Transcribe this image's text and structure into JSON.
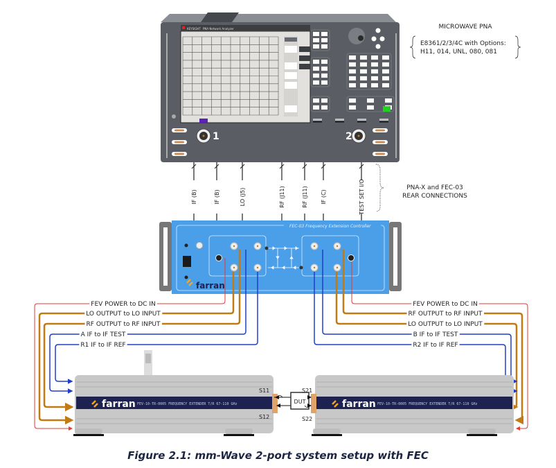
{
  "pna": {
    "title": "MICROWAVE PNA",
    "options_line1": "E8361/2/3/4C with Options:",
    "options_line2": "H11, 014, UNL, 080, 081",
    "brand": "KEYSIGHT",
    "model_bar": "PNA Network Analyzer",
    "port1_label": "1",
    "port2_label": "2"
  },
  "rear_connections": {
    "labels": [
      "IF (B)",
      "IF (B)",
      "LO (J5)",
      "RF (J11)",
      "RF (J11)",
      "IF (C)",
      "TEST SET I/O"
    ],
    "note_line1": "PNA-X and FEC-03",
    "note_line2": "REAR CONNECTIONS"
  },
  "fec": {
    "title": "FEC-03 Frequency Extension Controller",
    "brand": "farran"
  },
  "left_cables": [
    {
      "label": "FEV POWER to DC IN",
      "color": "#e53935"
    },
    {
      "label": "LO OUTPUT to LO INPUT",
      "color": "#c27a12"
    },
    {
      "label": "RF OUTPUT to RF INPUT",
      "color": "#c27a12"
    },
    {
      "label": "A IF to IF TEST",
      "color": "#1e3fc8"
    },
    {
      "label": "R1 IF to IF REF",
      "color": "#1e3fc8"
    }
  ],
  "right_cables": [
    {
      "label": "FEV POWER to DC IN",
      "color": "#e53935"
    },
    {
      "label": "RF OUTPUT to RF INPUT",
      "color": "#c27a12"
    },
    {
      "label": "LO OUTPUT to LO INPUT",
      "color": "#c27a12"
    },
    {
      "label": "B IF to IF TEST",
      "color": "#1e3fc8"
    },
    {
      "label": "R2 IF to IF REF",
      "color": "#1e3fc8"
    }
  ],
  "extender_left": {
    "brand": "farran",
    "model": "FEV-10-TR-0005 FREQUENCY EXTENDER T/R 67-110 GHz"
  },
  "extender_right": {
    "brand": "farran",
    "model": "FEV-10-TR-0005 FREQUENCY EXTENDER T/R 67-110 GHz"
  },
  "dut": {
    "label": "DUT",
    "s11": "S11",
    "s12": "S12",
    "s21": "S21",
    "s22": "S22"
  },
  "caption": "Figure 2.1: mm-Wave 2-port system setup with FEC",
  "colors": {
    "pna_body": "#5a5d63",
    "fec_body": "#4a9fe8",
    "extender_body": "#c8c8c8",
    "extender_band": "#1d2250",
    "power": "#e53935",
    "rf_lo": "#c27a12",
    "if": "#1e3fc8",
    "accent_green": "#1ed31e",
    "accent_purple": "#5b21b6"
  }
}
